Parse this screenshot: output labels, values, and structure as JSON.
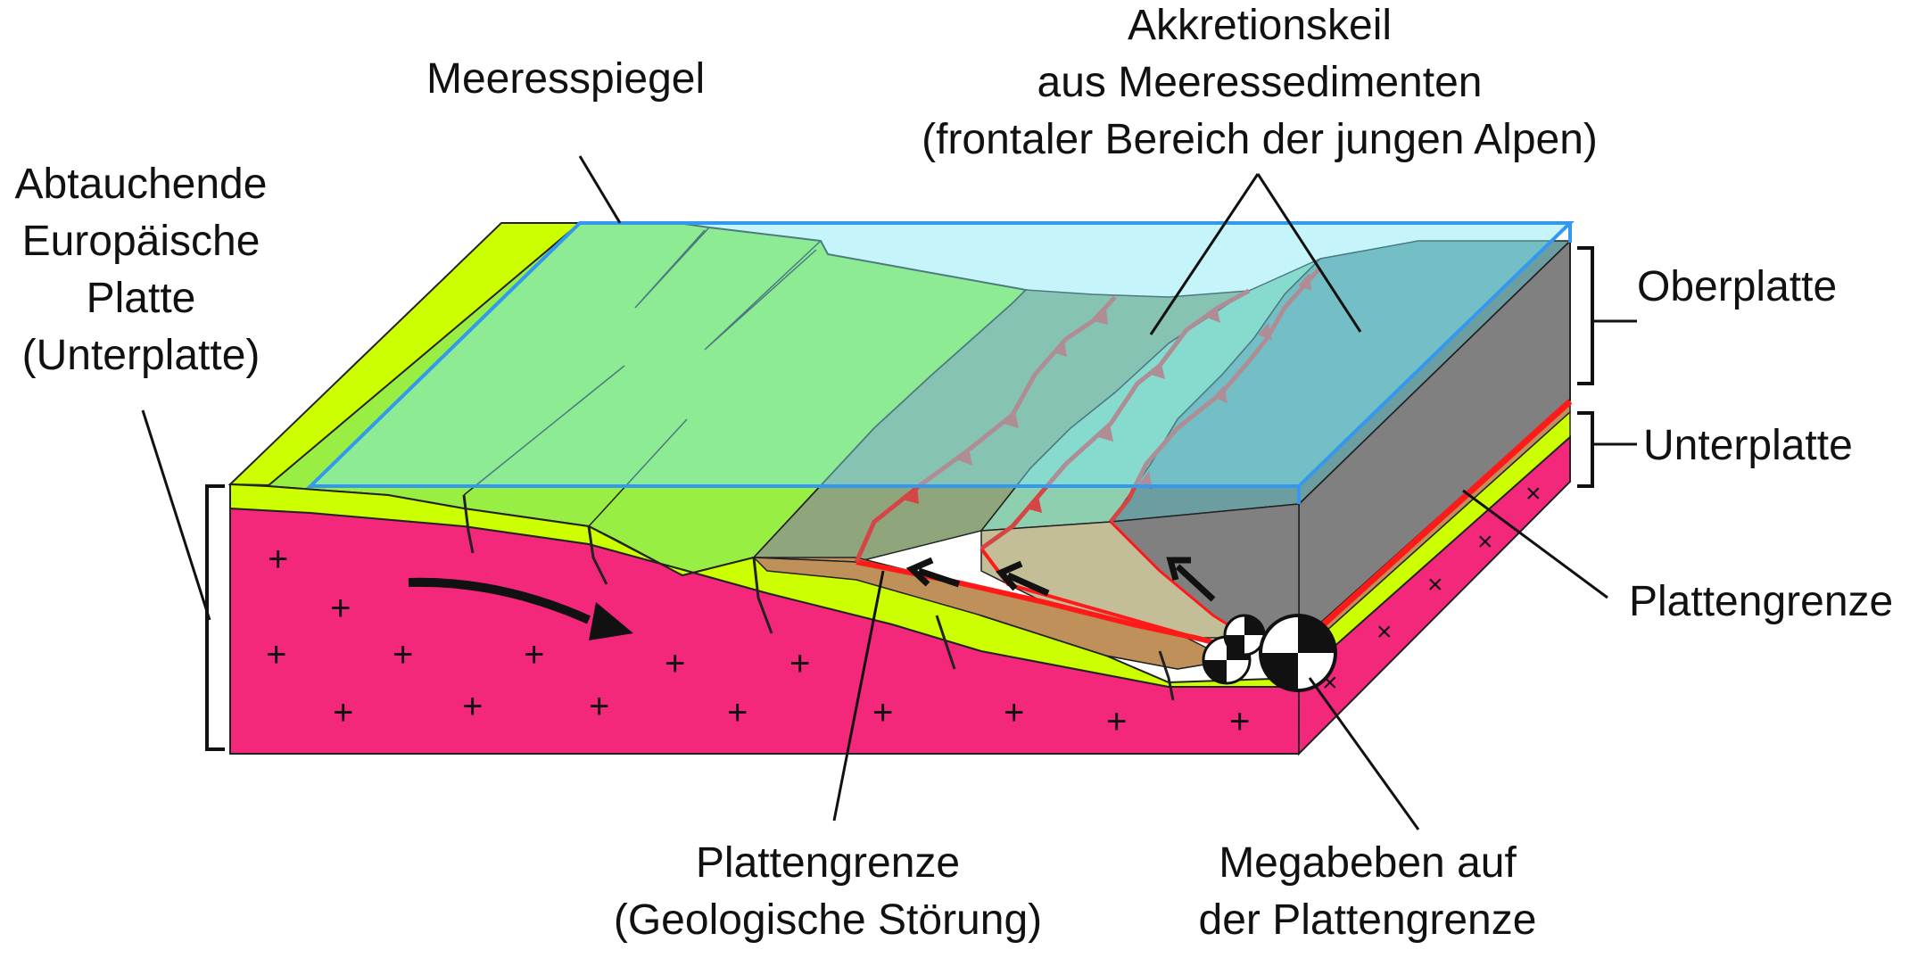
{
  "labels": {
    "sea_level": "Meeresspiegel",
    "accretion": [
      "Akkretionskeil",
      "aus Meeressedimenten",
      "(frontaler Bereich der jungen Alpen)"
    ],
    "lower_plate_left": [
      "Abtauchende",
      "Europäische",
      "Platte",
      "(Unterplatte)"
    ],
    "upper_plate": "Oberplatte",
    "lower_plate_right": "Unterplatte",
    "plate_boundary_right": "Plattengrenze",
    "plate_boundary_bottom": [
      "Plattengrenze",
      "(Geologische Störung)"
    ],
    "megaquake": [
      "Megabeben auf",
      "der Plattengrenze"
    ]
  },
  "symbols": {
    "plus": "+",
    "cross": "×"
  },
  "colors": {
    "mantle_pink": "#f4287a",
    "sediment_yellow": "#ccff00",
    "shelf_green": "#99ee44",
    "wedge_olive": "#8fa67c",
    "wedge_teal": "#8ecfb0",
    "wedge_grey_blue": "#6c9da0",
    "upper_plate_grey": "#808080",
    "wedge_brown": "#c0905a",
    "wedge_tan": "#c3be98",
    "sea_blue": "#7ee6f5",
    "sea_edge": "#3399ee",
    "fault_red": "#ff1a1a",
    "thrust_red": "#d64545"
  }
}
